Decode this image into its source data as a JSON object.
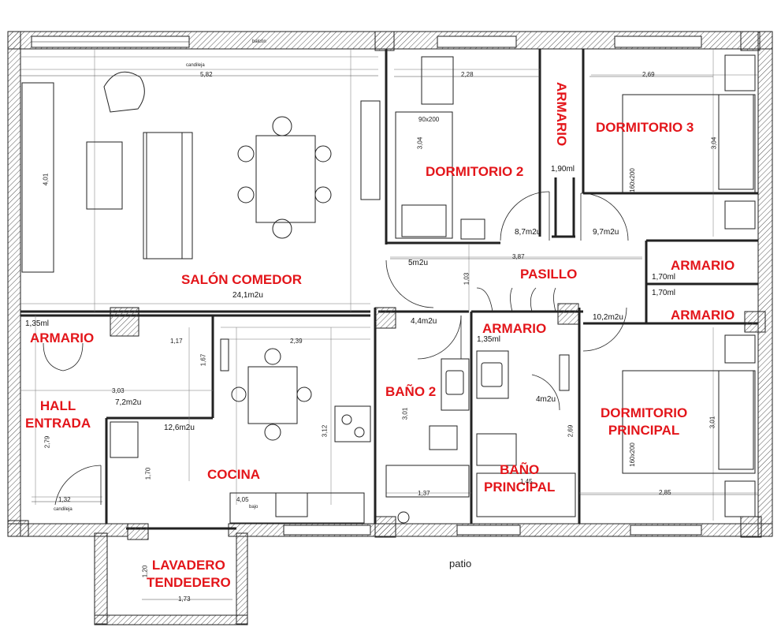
{
  "rooms": {
    "salon": {
      "name": "SALÓN COMEDOR",
      "area": "24,1m2u"
    },
    "dorm2": {
      "name": "DORMITORIO 2",
      "area": "8,7m2u"
    },
    "dorm3": {
      "name": "DORMITORIO 3",
      "area": "9,7m2u"
    },
    "armario_d2d3": {
      "name": "ARMARIO",
      "length": "1,90ml"
    },
    "pasillo": {
      "name": "PASILLO",
      "area": "5m2u"
    },
    "armario_right1": {
      "name": "ARMARIO",
      "length": "1,70ml"
    },
    "armario_right2": {
      "name": "ARMARIO",
      "length": "1,70ml"
    },
    "armario_hall": {
      "name": "ARMARIO",
      "length": "1,35ml"
    },
    "hall": {
      "name": "HALL\nENTRADA",
      "area": "7,2m2u"
    },
    "bano2": {
      "name": "BAÑO 2",
      "area": "4,4m2u"
    },
    "armario_bano": {
      "name": "ARMARIO",
      "length": "1,35ml"
    },
    "cocina": {
      "name": "COCINA",
      "area": "12,6m2u"
    },
    "bano_principal": {
      "name": "BAÑO\nPRINCIPAL",
      "area": "4m2u"
    },
    "dorm_principal": {
      "name": "DORMITORIO\nPRINCIPAL",
      "area": "10,2m2u"
    },
    "lavadero": {
      "name": "LAVADERO\nTENDEDERO"
    }
  },
  "dimensions": {
    "salon_width": "5,82",
    "salon_depth": "4,01",
    "dorm2_width": "2,28",
    "dorm2_depth": "3,04",
    "dorm3_width": "2,69",
    "dorm3_depth": "3,04",
    "pasillo_width": "3,87",
    "pasillo_depth": "1,03",
    "hall_width_a": "1,17",
    "hall_width_b": "3,03",
    "hall_depth_a": "1,67",
    "hall_depth_b": "2,79",
    "cocina_width": "2,39",
    "cocina_depth": "3,12",
    "cocina_sub": "1,70",
    "cocina_bottom": "4,05",
    "entrance_width": "1,32",
    "bano2_depth": "3,01",
    "bano2_width": "1,37",
    "bano_principal_depth": "2,69",
    "bano_principal_width": "1,45",
    "dorm_principal_width": "2,85",
    "dorm_principal_depth": "3,01",
    "lavadero_width": "1,73",
    "lavadero_depth": "1,20"
  },
  "furniture": {
    "bed_single": "90x200",
    "bed_double_1": "160x200",
    "bed_double_2": "160x200"
  },
  "annotations": {
    "balcony": "balcón",
    "candileja_1": "candileja",
    "candileja_2": "candileja",
    "bajo": "bajo",
    "patio": "patio"
  }
}
